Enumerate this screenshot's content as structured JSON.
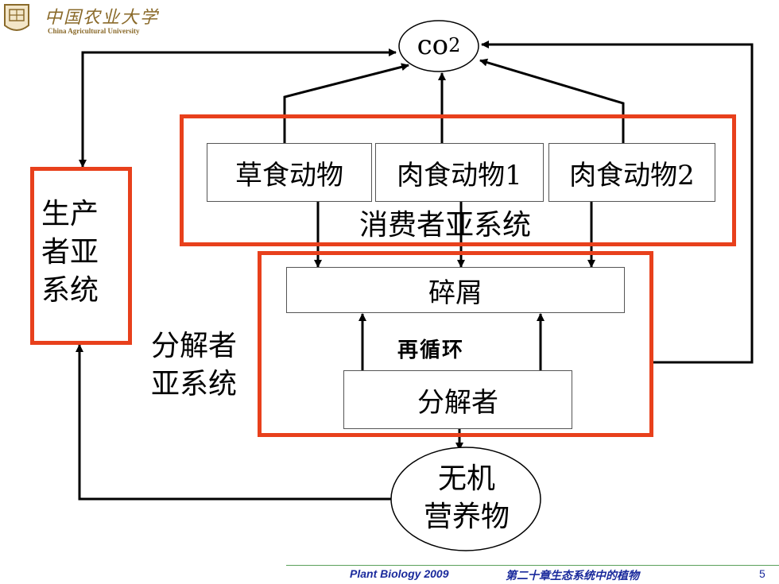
{
  "logo": {
    "name_cn": "中国农业大学",
    "name_en": "China Agricultural University"
  },
  "nodes": {
    "co2": {
      "base": "CO",
      "sub": "2"
    },
    "producer": "生产者亚系统",
    "producer_lines": [
      "生产",
      "者亚",
      "系统"
    ],
    "herbivore": "草食动物",
    "carnivore1": "肉食动物1",
    "carnivore2": "肉食动物2",
    "consumer_subsystem": "消费者亚系统",
    "detritus": "碎屑",
    "recycle": "再循环",
    "decomposer": "分解者",
    "decomposer_subsystem_lines": [
      "分解者",
      "亚系统"
    ],
    "nutrient_lines": [
      "无机",
      "营养物"
    ]
  },
  "footer": {
    "course": "Plant Biology  2009",
    "chapter": "第二十章生态系统中的植物",
    "page": "5"
  },
  "colors": {
    "frame_red": "#e8401c",
    "footer_blue": "#1a2a9c",
    "footer_rule": "#5aa05a",
    "logo_brown": "#8a6a2a"
  }
}
